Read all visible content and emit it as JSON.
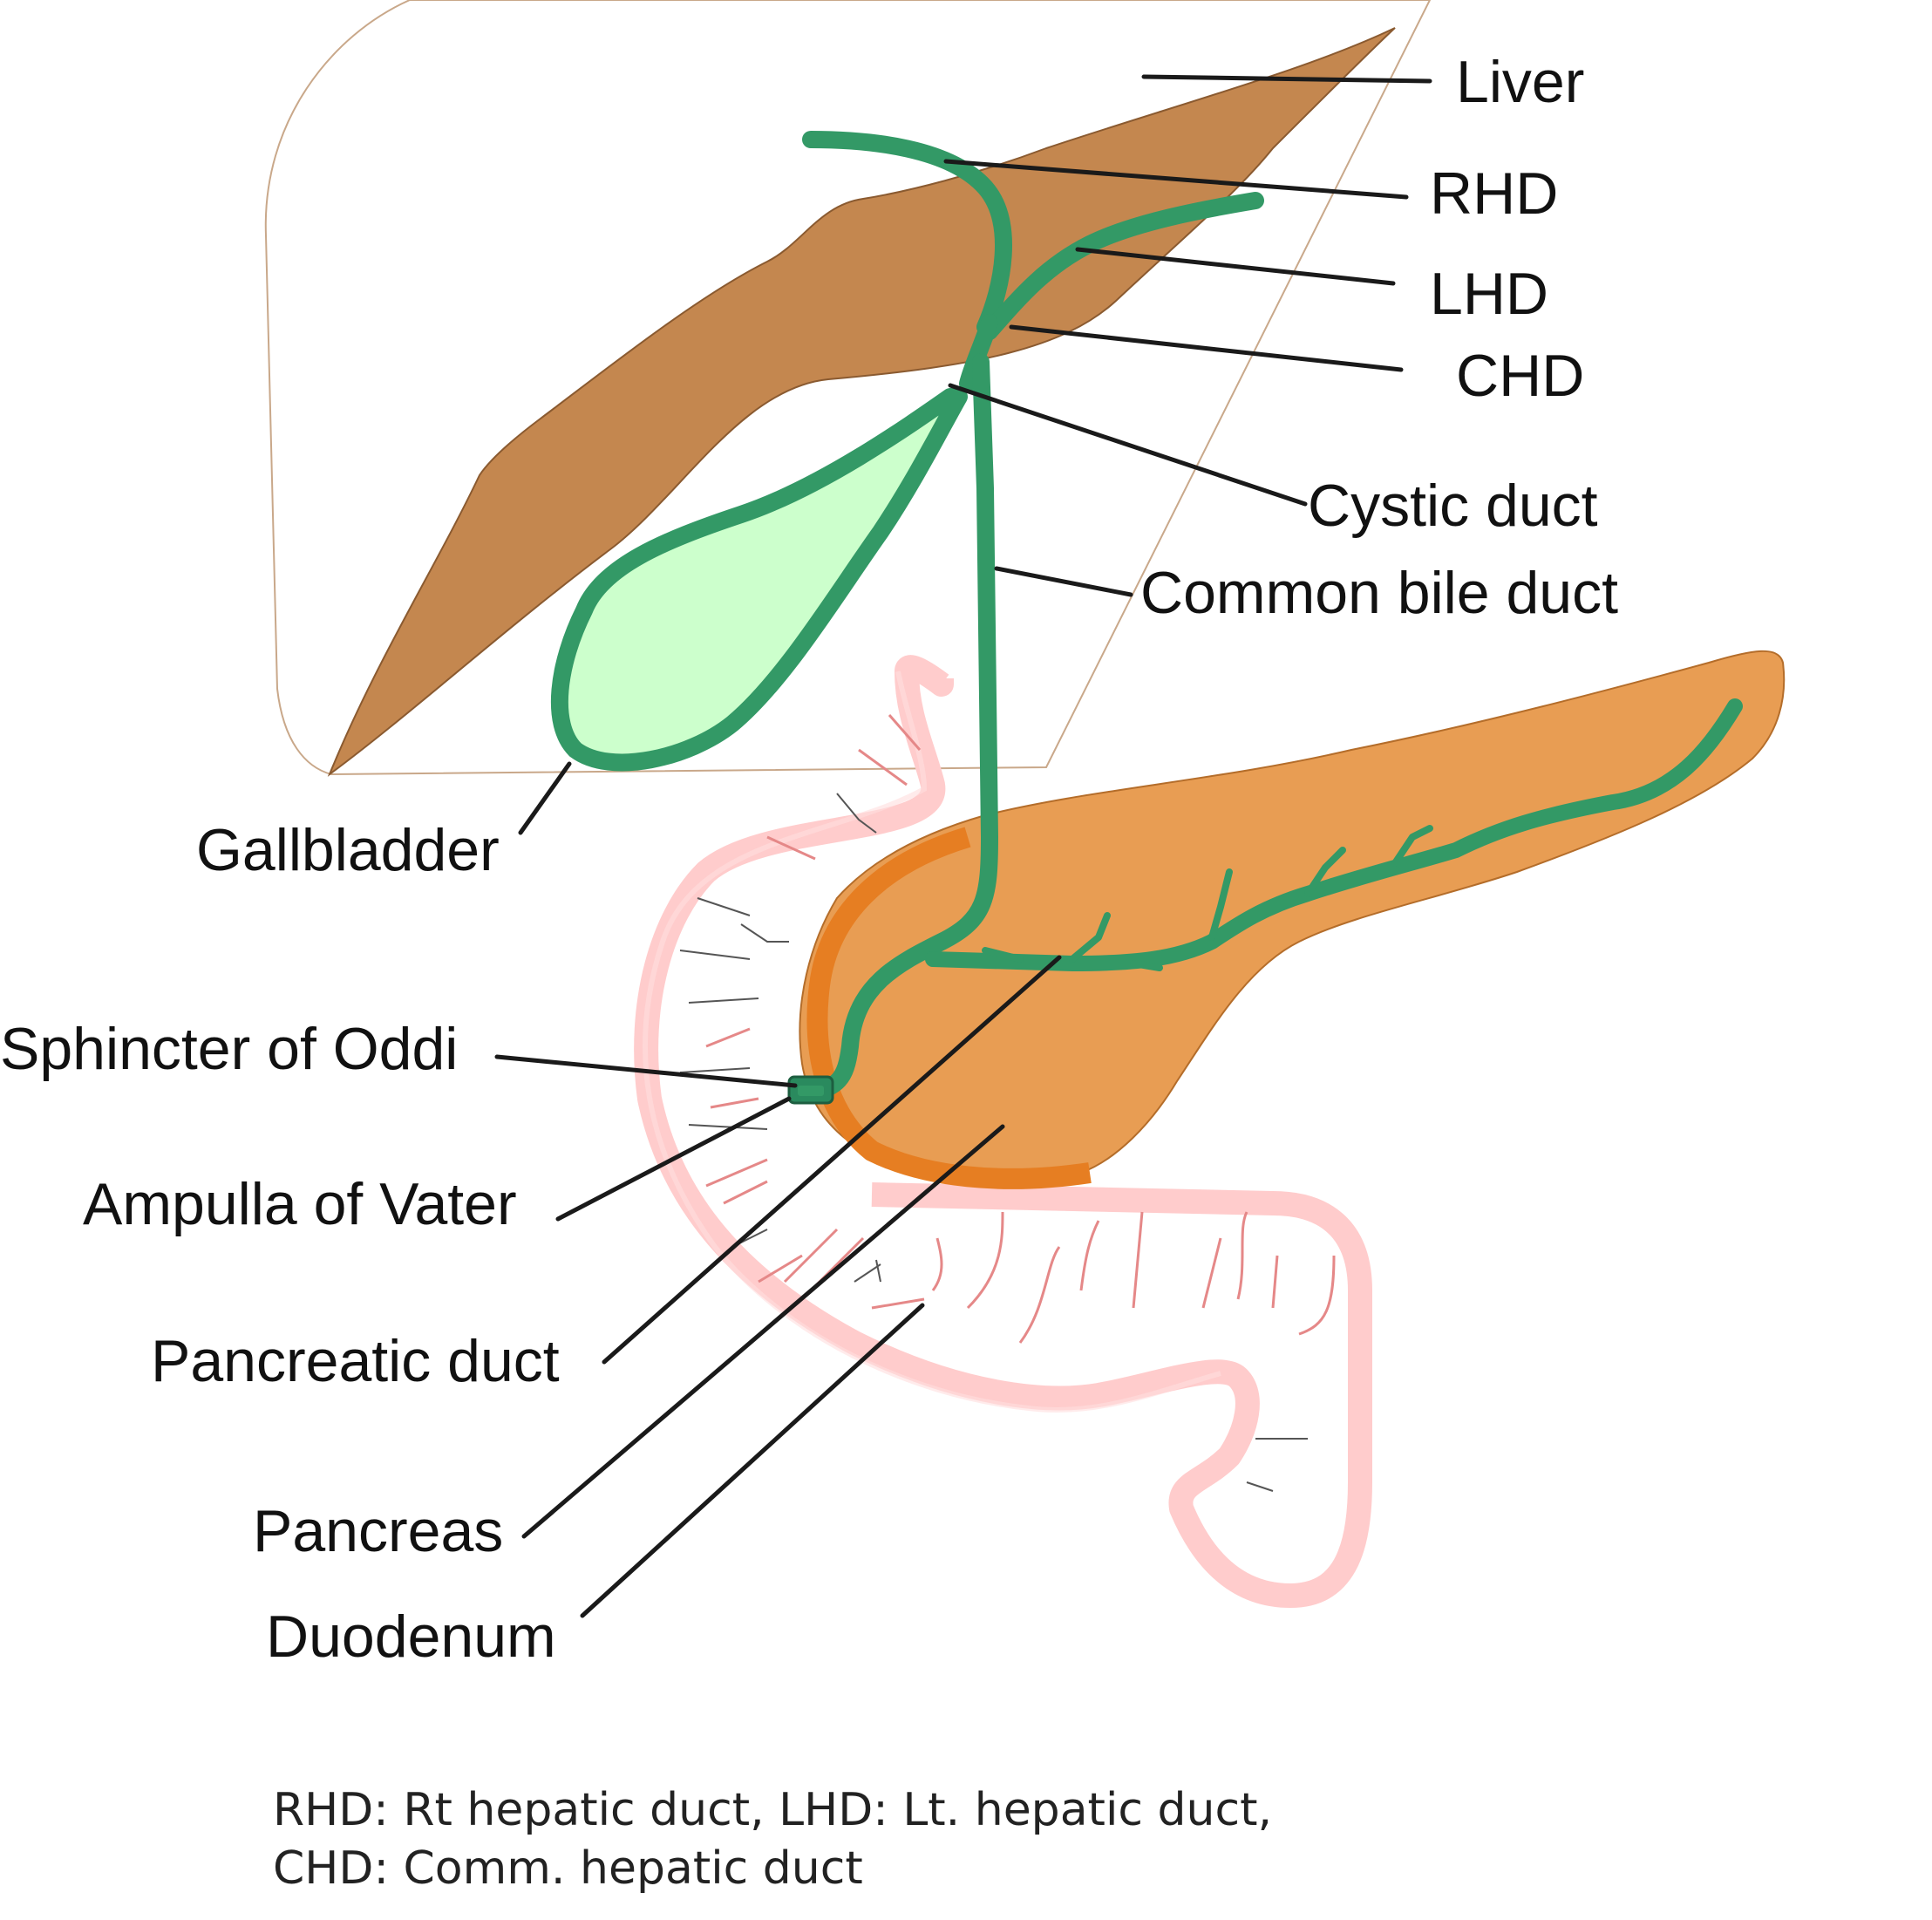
{
  "labels": {
    "liver": "Liver",
    "rhd": "RHD",
    "lhd": "LHD",
    "chd": "CHD",
    "cystic_duct": "Cystic duct",
    "common_bile_duct": "Common bile duct",
    "gallbladder": "Gallbladder",
    "sphincter_of_oddi": "Sphincter of Oddi",
    "ampulla_of_vater": "Ampulla of Vater",
    "pancreatic_duct": "Pancreatic duct",
    "pancreas": "Pancreas",
    "duodenum": "Duodenum"
  },
  "caption": {
    "line1": "RHD: Rt hepatic duct, LHD: Lt. hepatic duct,",
    "line2": "CHD: Comm. hepatic duct"
  },
  "colors": {
    "liver": "#c4874f",
    "gallbladder_fill": "#ccffcc",
    "duct": "#339966",
    "pancreas": "#e89d53",
    "pancreas_head": "#e67e22",
    "duodenum": "#ffcccc",
    "leader": "#1a1a1a"
  }
}
